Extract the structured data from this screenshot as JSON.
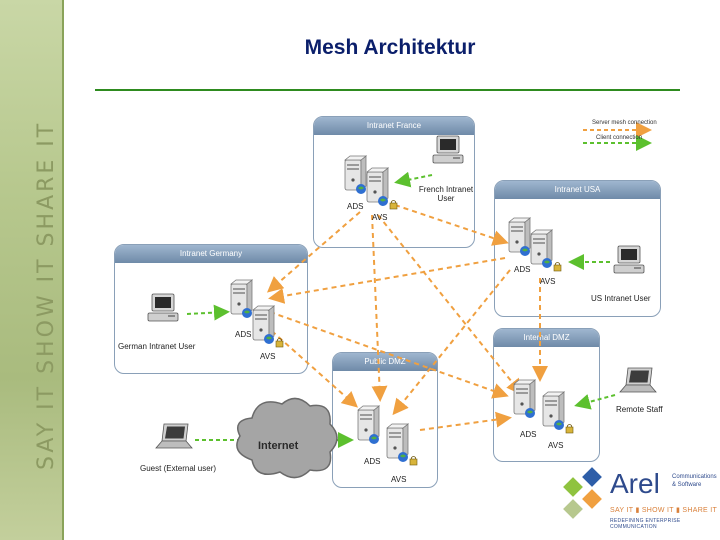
{
  "slide": {
    "title": "Mesh Architektur",
    "side_slogan": "SAY IT  SHOW IT  SHARE IT"
  },
  "legend": {
    "server_mesh": "Server mesh connection",
    "client": "Client connection"
  },
  "zones": {
    "france": {
      "title": "Intranet France",
      "user": "French Intranet User"
    },
    "usa": {
      "title": "Intranet USA",
      "user": "US Intranet User"
    },
    "germany": {
      "title": "Intranet Germany",
      "user": "German Intranet User"
    },
    "internal_dmz": {
      "title": "Internal DMZ"
    },
    "public_dmz": {
      "title": "Public DMZ"
    }
  },
  "servers": {
    "ads": "ADS",
    "avs": "AVS"
  },
  "cloud": {
    "label": "Internet"
  },
  "outside": {
    "guest": "Guest (External user)",
    "remote": "Remote Staff"
  },
  "logo": {
    "name": "Arel",
    "tag1": "Communications",
    "tag2": "& Software",
    "slogan": "SAY IT ▮ SHOW IT ▮ SHARE IT",
    "sub": "REDEFINING ENTERPRISE COMMUNICATION"
  },
  "colors": {
    "mesh": "#f0a040",
    "client": "#5cc02e",
    "title": "#0b1f6b",
    "rule": "#2e8b1f"
  }
}
